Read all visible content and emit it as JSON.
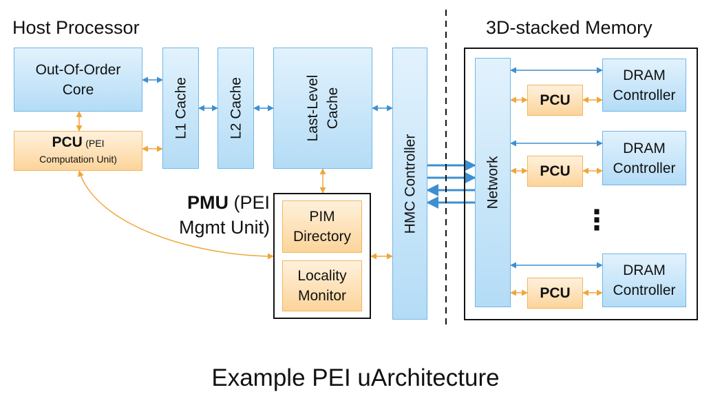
{
  "host": {
    "title": "Host Processor",
    "ooo_core": {
      "line1": "Out-Of-Order",
      "line2": "Core"
    },
    "pcu": {
      "name": "PCU",
      "desc_a": "(PEI",
      "desc_b": "Computation Unit)"
    },
    "l1": "L1 Cache",
    "l2": "L2 Cache",
    "llc": {
      "line1": "Last-Level",
      "line2": "Cache"
    },
    "hmc": "HMC Controller"
  },
  "pmu": {
    "name": "PMU",
    "desc_a": "(PEI",
    "desc_b": "Mgmt Unit)",
    "pim_directory": {
      "line1": "PIM",
      "line2": "Directory"
    },
    "locality_monitor": {
      "line1": "Locality",
      "line2": "Monitor"
    }
  },
  "memory": {
    "title": "3D-stacked Memory",
    "network": "Network",
    "vaults": [
      {
        "pcu": "PCU",
        "dram_line1": "DRAM",
        "dram_line2": "Controller"
      },
      {
        "pcu": "PCU",
        "dram_line1": "DRAM",
        "dram_line2": "Controller"
      },
      {
        "pcu": "PCU",
        "dram_line1": "DRAM",
        "dram_line2": "Controller"
      }
    ],
    "ellipsis": "⋮"
  },
  "caption": "Example PEI uArchitecture",
  "colors": {
    "blue_fill": "#b4dcf6",
    "blue_border": "#6fb6e6",
    "orange_fill": "#fcd49a",
    "orange_border": "#f1b45f",
    "blue_arrow": "#3d8fd0",
    "orange_arrow": "#f0a63a"
  }
}
